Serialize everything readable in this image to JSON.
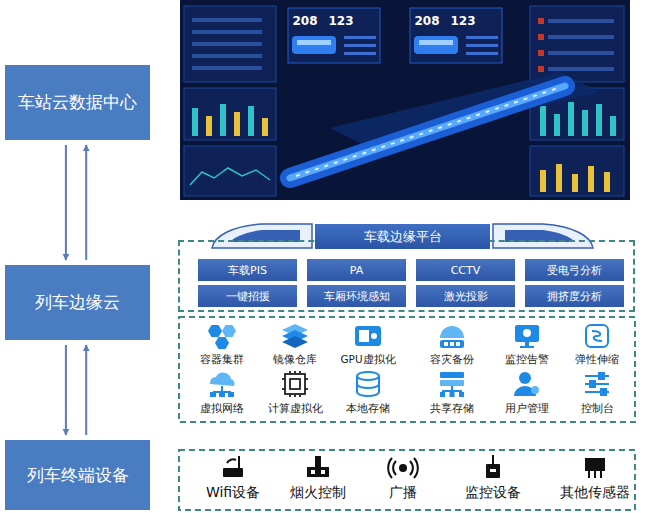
{
  "diagram": {
    "nodes": [
      {
        "text": [
          "车站云数据中心"
        ]
      },
      {
        "text": [
          "列车边缘云"
        ]
      },
      {
        "text": [
          "列车终端设备"
        ]
      },
      {
        "text": [
          "车载边缘平台"
        ]
      },
      {
        "text": [
          "车载PIS"
        ],
        "in": 3
      },
      {
        "text": [
          "PA"
        ],
        "in": 3
      },
      {
        "text": [
          "CCTV"
        ],
        "in": 3
      },
      {
        "text": [
          "受电弓分析"
        ],
        "in": 3
      },
      {
        "text": [
          "一键招援"
        ],
        "in": 3
      },
      {
        "text": [
          "车厢环境感知"
        ],
        "in": 3
      },
      {
        "text": [
          "激光投影"
        ],
        "in": 3
      },
      {
        "text": [
          "拥挤度分析"
        ],
        "in": 3
      }
    ],
    "edges": [
      {
        "from": 0,
        "to": 1,
        "arrow": "to"
      },
      {
        "from": 1,
        "to": 0,
        "arrow": "to"
      },
      {
        "from": 1,
        "to": 2,
        "arrow": "to"
      },
      {
        "from": 2,
        "to": 1,
        "arrow": "to"
      }
    ],
    "labels": [
      "208",
      "123",
      "208",
      "123",
      "容器集群",
      "镜像仓库",
      "GPU虚拟化",
      "容灾备份",
      "监控告警",
      "弹性伸缩",
      "虚拟网络",
      "计算虚拟化",
      "本地存储",
      "共享存储",
      "用户管理",
      "控制台",
      "Wifi设备",
      "烟火控制",
      "广播",
      "监控设备",
      "其他传感器"
    ]
  }
}
